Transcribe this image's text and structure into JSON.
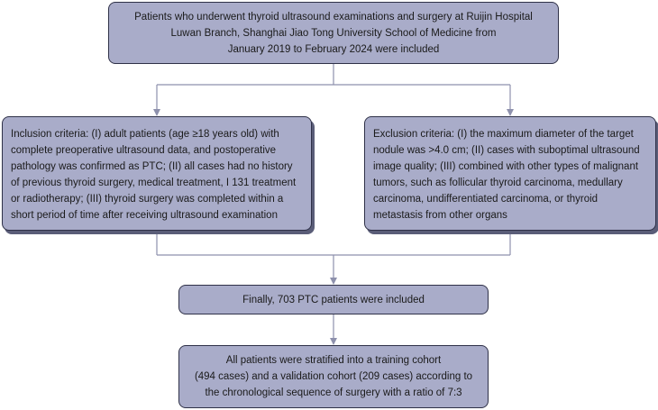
{
  "source_box": {
    "lines": [
      "Patients who underwent thyroid ultrasound examinations and surgery at Ruijin Hospital",
      "Luwan Branch, Shanghai Jiao Tong University School of Medicine from",
      "January 2019 to February 2024 were included"
    ]
  },
  "inclusion_box": {
    "lines": [
      "Inclusion criteria: (I) adult patients (age ≥18 years old) with",
      "complete preoperative ultrasound data, and postoperative",
      "pathology was confirmed as PTC; (II) all cases had no history",
      "of previous thyroid surgery, medical treatment, I 131 treatment",
      "or radiotherapy; (III) thyroid surgery was completed within a",
      "short period of time after receiving ultrasound examination"
    ]
  },
  "exclusion_box": {
    "lines": [
      "Exclusion criteria: (I) the maximum diameter of the target",
      "nodule was >4.0 cm; (II) cases with suboptimal ultrasound",
      "image quality; (III) combined with other types of malignant",
      "tumors, such as follicular thyroid carcinoma, medullary",
      "carcinoma, undifferentiated carcinoma, or thyroid",
      "metastasis from other organs"
    ]
  },
  "final_box": {
    "text": "Finally, 703 PTC patients were included"
  },
  "split_box": {
    "lines": [
      "All patients were stratified into a training cohort",
      "(494 cases) and a validation cohort (209 cases) according to",
      "the chronological sequence of surgery with a ratio of 7:3"
    ]
  },
  "colors": {
    "box_fill": "#a9acc9",
    "box_border": "#2f3148",
    "connector": "#8e91ad"
  }
}
